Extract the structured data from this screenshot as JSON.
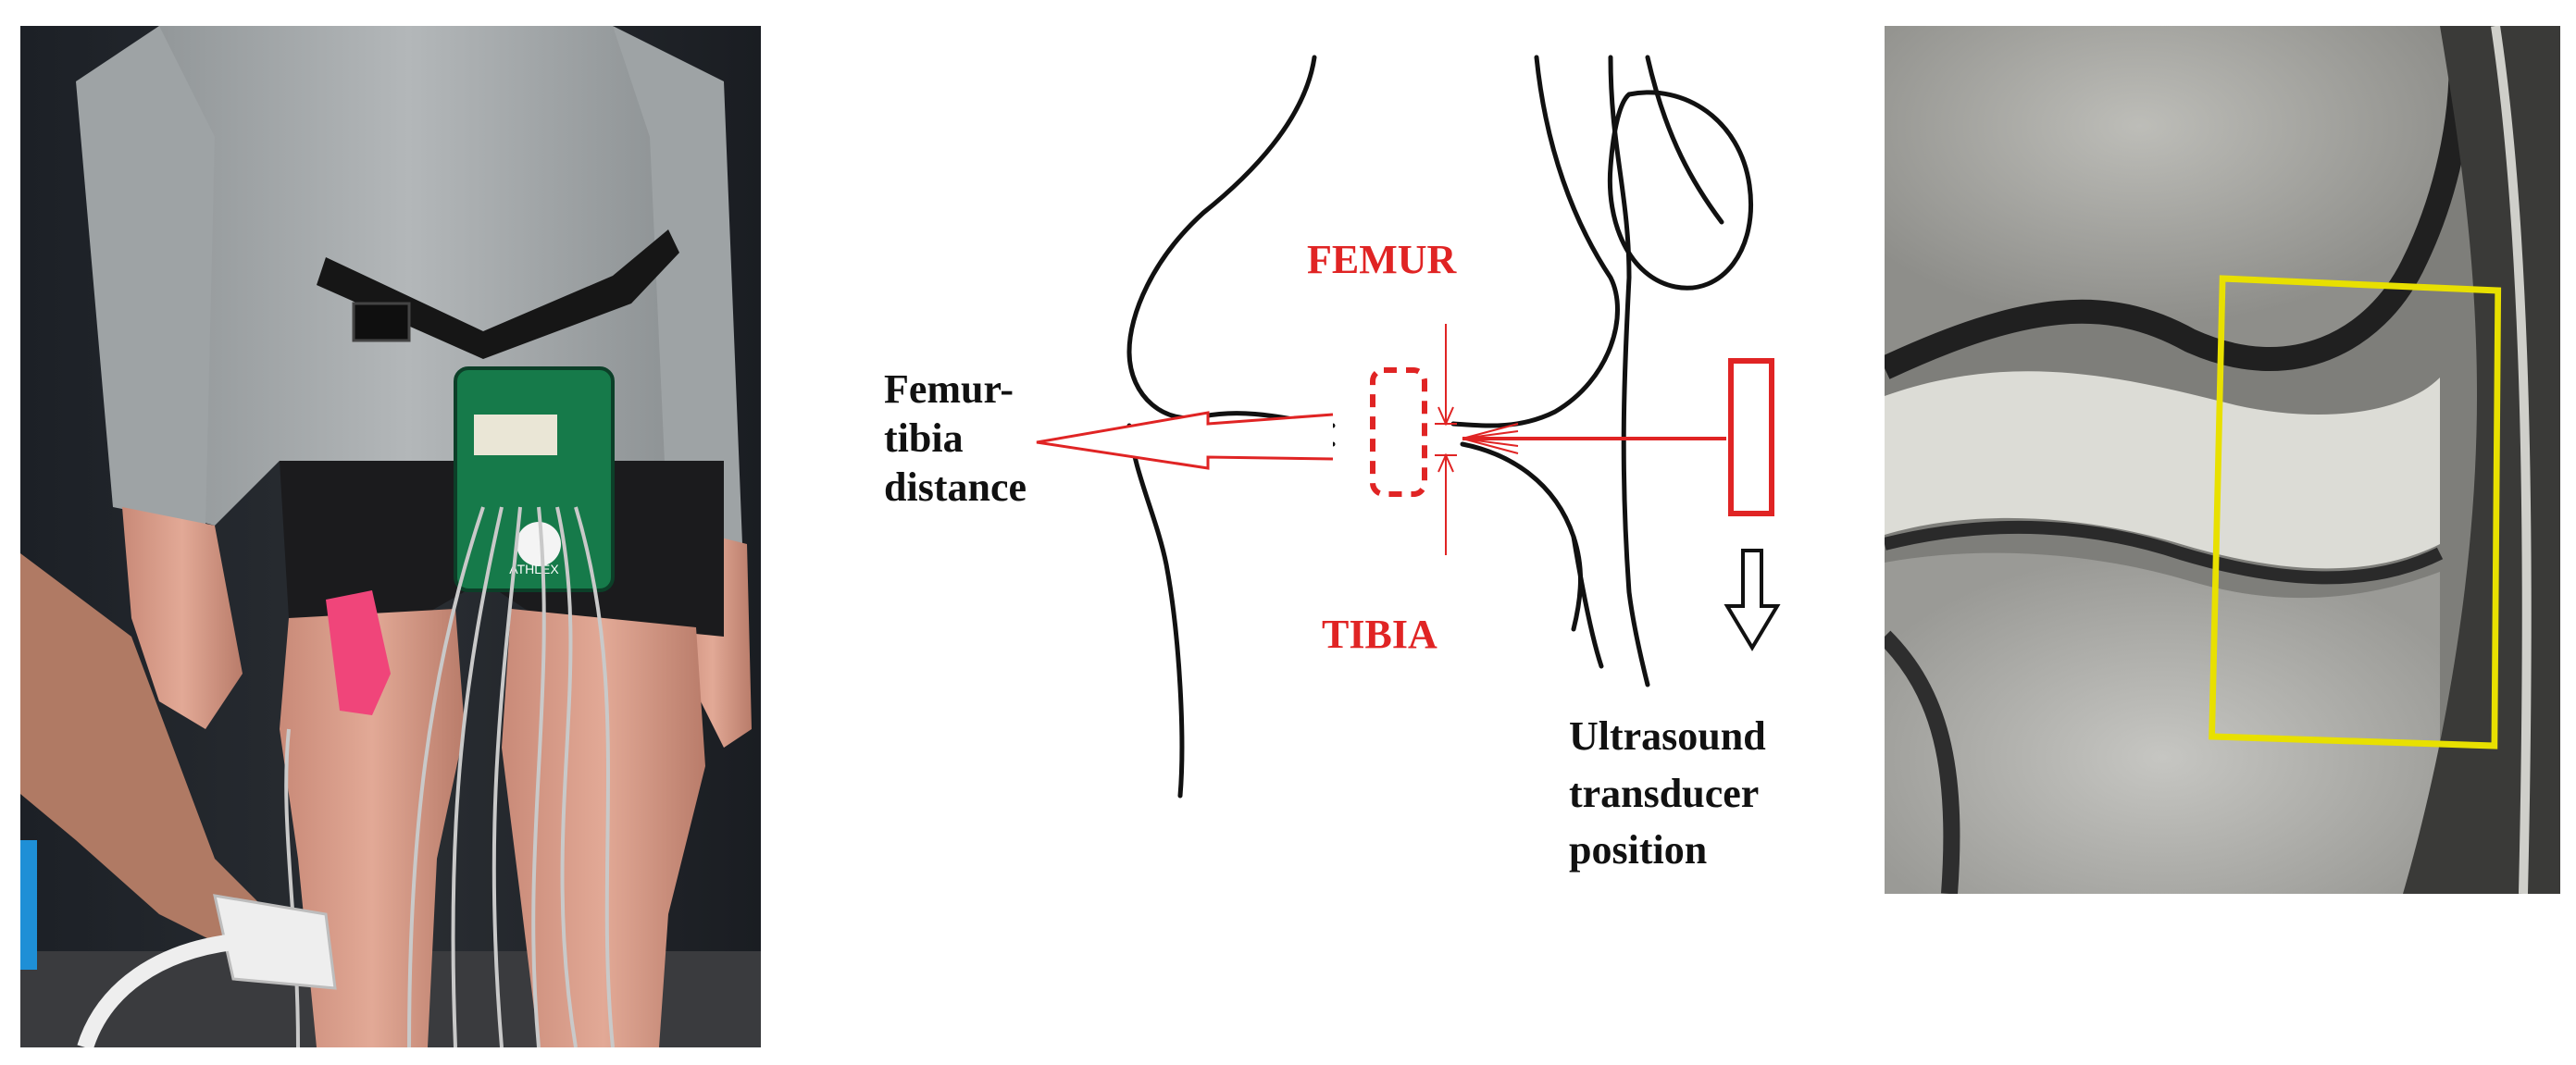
{
  "colors": {
    "accent_red": "#e02424",
    "roi_yellow": "#e8e000",
    "outline": "#111111",
    "kt_sensor_green": "#167a4a",
    "marker_pink": "#f0457a",
    "shirt_gray": "#a9adaf",
    "shorts_black": "#1b1b1d"
  },
  "photo": {
    "device_brand": "ATHLEX"
  },
  "diagram": {
    "labels": {
      "femur": "FEMUR",
      "tibia": "TIBIA",
      "distance_line1": "Femur-",
      "distance_line2": "tibia",
      "distance_line3": "distance",
      "transducer_line1": "Ultrasound",
      "transducer_line2": "transducer",
      "transducer_line3": "position"
    }
  },
  "mri": {
    "roi": "yellow-rectangle"
  }
}
